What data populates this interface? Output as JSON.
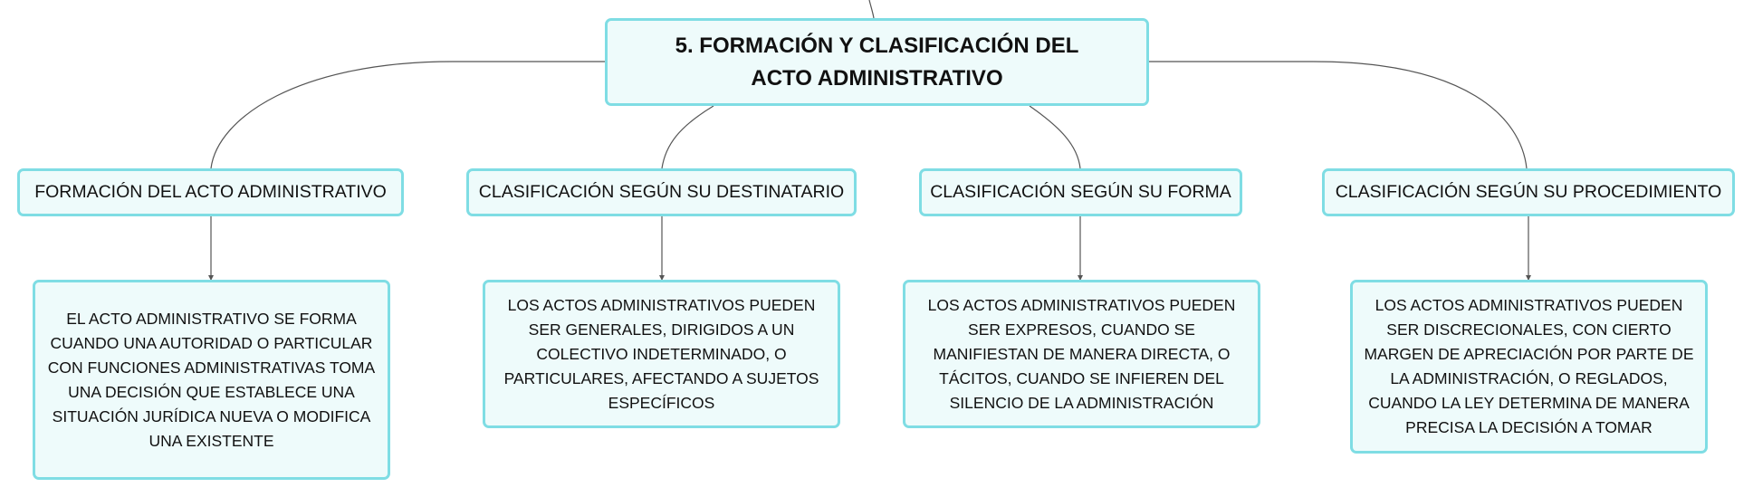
{
  "root": {
    "title": "5. FORMACIÓN Y CLASIFICACIÓN DEL ACTO ADMINISTRATIVO"
  },
  "branches": [
    {
      "label": "FORMACIÓN DEL ACTO ADMINISTRATIVO",
      "description": "EL ACTO ADMINISTRATIVO SE FORMA CUANDO UNA AUTORIDAD O PARTICULAR CON FUNCIONES ADMINISTRATIVAS TOMA UNA DECISIÓN QUE ESTABLECE UNA SITUACIÓN JURÍDICA NUEVA O MODIFICA UNA EXISTENTE"
    },
    {
      "label": "CLASIFICACIÓN SEGÚN SU DESTINATARIO",
      "description": "LOS ACTOS ADMINISTRATIVOS PUEDEN SER GENERALES, DIRIGIDOS A UN COLECTIVO INDETERMINADO, O PARTICULARES, AFECTANDO A SUJETOS ESPECÍFICOS"
    },
    {
      "label": "CLASIFICACIÓN SEGÚN SU FORMA",
      "description": "LOS ACTOS ADMINISTRATIVOS PUEDEN SER EXPRESOS, CUANDO SE MANIFIESTAN DE MANERA DIRECTA, O TÁCITOS, CUANDO SE INFIEREN DEL SILENCIO DE LA ADMINISTRACIÓN"
    },
    {
      "label": "CLASIFICACIÓN SEGÚN SU PROCEDIMIENTO",
      "description": "LOS ACTOS ADMINISTRATIVOS PUEDEN SER DISCRECIONALES, CON CIERTO MARGEN DE APRECIACIÓN POR PARTE DE LA ADMINISTRACIÓN, O REGLADOS, CUANDO LA LEY DETERMINA DE MANERA PRECISA LA DECISIÓN A TOMAR"
    }
  ],
  "colors": {
    "node_border": "#7fdde4",
    "node_fill": "#eefbfb",
    "connector": "#555555"
  }
}
